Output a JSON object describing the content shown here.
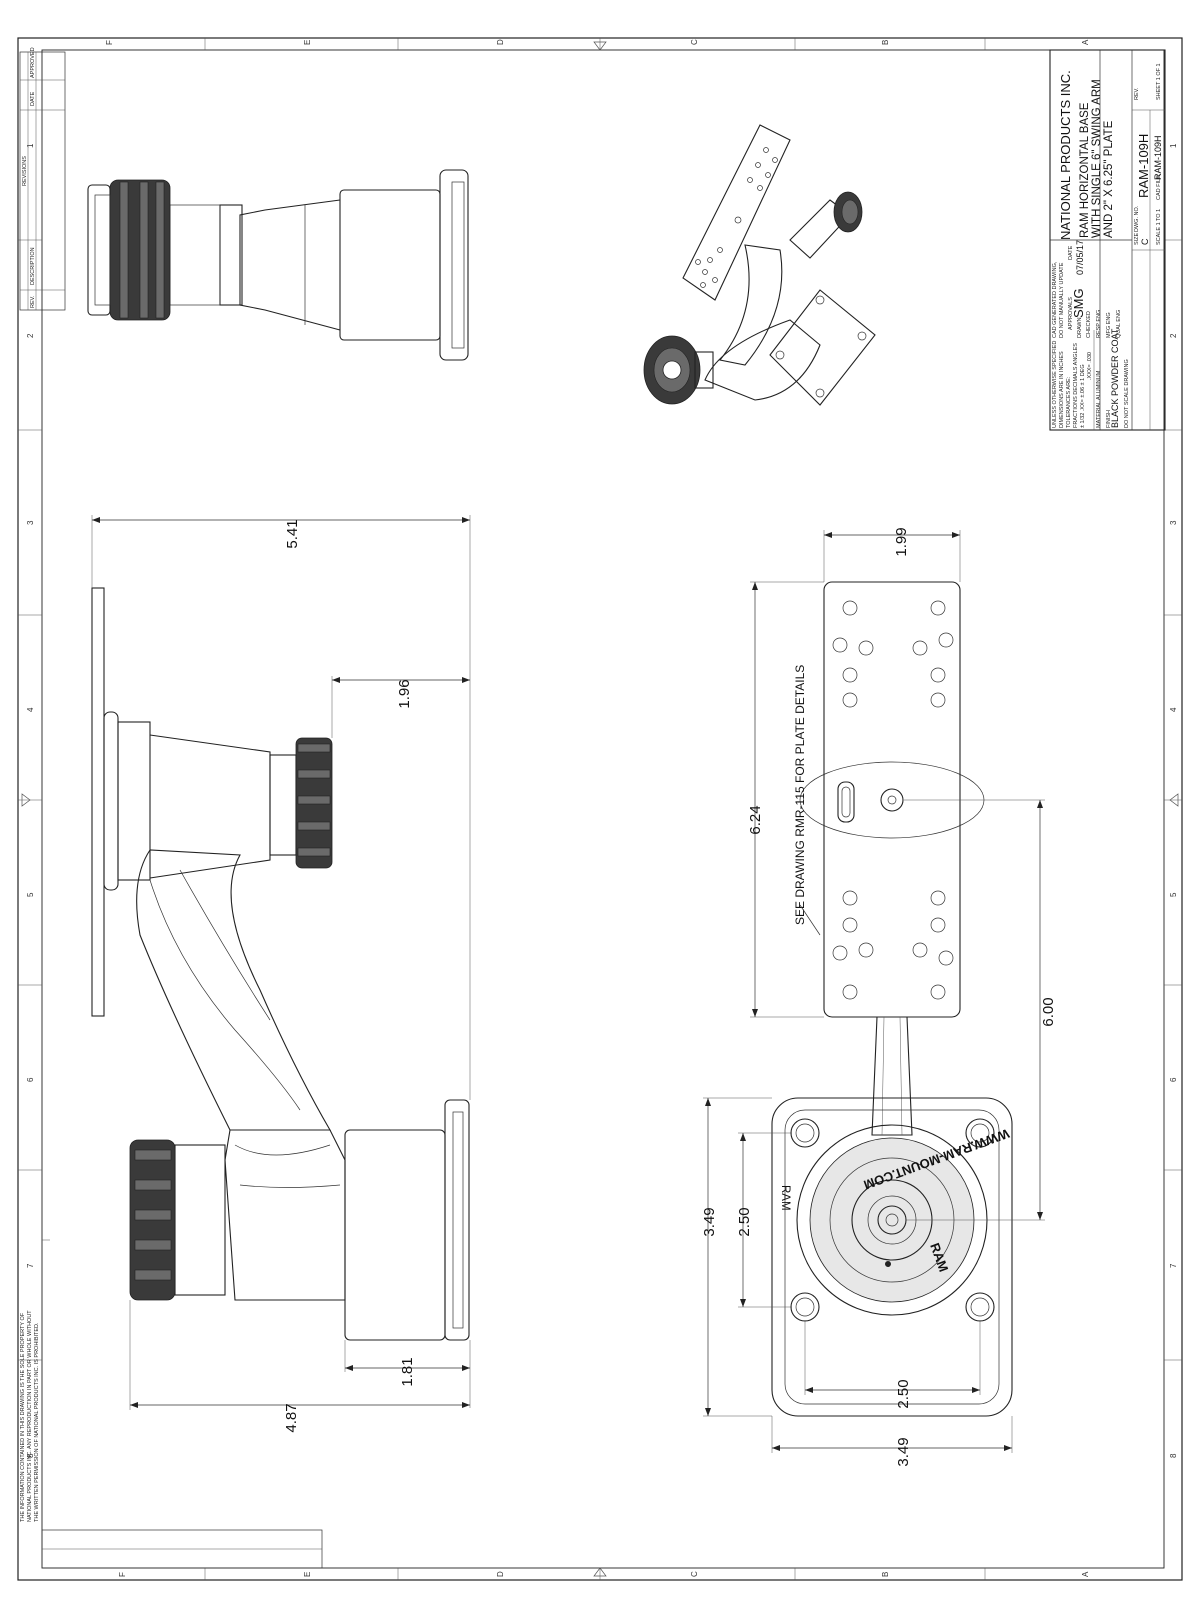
{
  "zones": {
    "top_letters": [
      "F",
      "E",
      "D",
      "C",
      "B",
      "A"
    ],
    "bottom_letters": [
      "F",
      "E",
      "D",
      "C",
      "B",
      "A"
    ],
    "left_numbers": [
      "1",
      "2",
      "3",
      "4",
      "5",
      "6",
      "7",
      "8"
    ],
    "right_numbers": [
      "1",
      "2",
      "3",
      "4",
      "5",
      "6",
      "7",
      "8"
    ]
  },
  "revisions": {
    "title": "REVISIONS",
    "col_rev": "REV.",
    "col_description": "DESCRIPTION",
    "col_date": "DATE",
    "col_approved": "APPROVED"
  },
  "dimensions": {
    "side_total_length": "5.41",
    "side_knob_offset": "1.96",
    "side_base_height": "1.81",
    "side_overall": "4.87",
    "top_plate_width": "1.99",
    "top_plate_length": "6.24",
    "top_center_distance": "6.00",
    "top_base_outer_v": "3.49",
    "top_base_hole_v": "2.50",
    "top_base_hole_h": "2.50",
    "top_base_outer_h": "3.49"
  },
  "annotations": {
    "plate_note": "SEE DRAWING RMR-115 FOR PLATE DETAILS",
    "ram_logo": "RAM",
    "knob_text": "WWW.RAM-MOUNT.COM",
    "knob_logo": "RAM"
  },
  "title_block": {
    "company": "NATIONAL PRODUCTS INC.",
    "title_line1": "RAM HORIZONTAL BASE",
    "title_line2": "WITH SINGLE 6\" SWING ARM",
    "title_line3": "AND 2\" X 6.25\" PLATE",
    "spec_line1": "UNLESS OTHERWISE SPECIFIED",
    "spec_line2": "DIMENSIONS ARE IN INCHES",
    "spec_line3": "TOLERANCES ARE:",
    "spec_line4": "FRACTIONS  DECIMALS  ANGLES",
    "spec_line5": "± 1/32   .XX= ±.06   ± 1 DEG",
    "spec_line6": ".XXX= .030",
    "material_label": "MATERIAL",
    "material_value": "ALUMINUM",
    "finish_label": "FINISH",
    "finish_value": "BLACK POWDER COAT",
    "do_not_scale": "DO NOT SCALE DRAWING",
    "cad_line1": "CAD GENERATED DRAWING,",
    "cad_line2": "DO NOT MANUALLY UPDATE",
    "approvals_label": "APPROVALS",
    "date_label": "DATE",
    "drawn_label": "DRAWN",
    "drawn_value": "SMG",
    "drawn_date": "07/05/17",
    "checked_label": "CHECKED",
    "resp_eng_label": "RESP ENG",
    "mfg_eng_label": "MFG ENG",
    "qual_eng_label": "QUAL ENG",
    "size_label": "SIZE",
    "size_value": "C",
    "dwg_no_label": "DWG. NO.",
    "dwg_no_value": "RAM-109H",
    "rev_label": "REV.",
    "scale_label": "SCALE 1 TO 1",
    "cad_file_label": "CAD FILE:",
    "cad_file_value": "RAM-109H",
    "sheet_label": "SHEET 1 OF 1"
  },
  "legal": {
    "line1": "THE INFORMATION CONTAINED IN THIS DRAWING IS THE SOLE PROPERTY OF",
    "line2": "NATIONAL PRODUCTS INC. ANY REPRODUCTION IN PART OR WHOLE WITHOUT",
    "line3": "THE WRITTEN PERMISSION OF NATIONAL PRODUCTS INC. IS PROHIBITED."
  }
}
